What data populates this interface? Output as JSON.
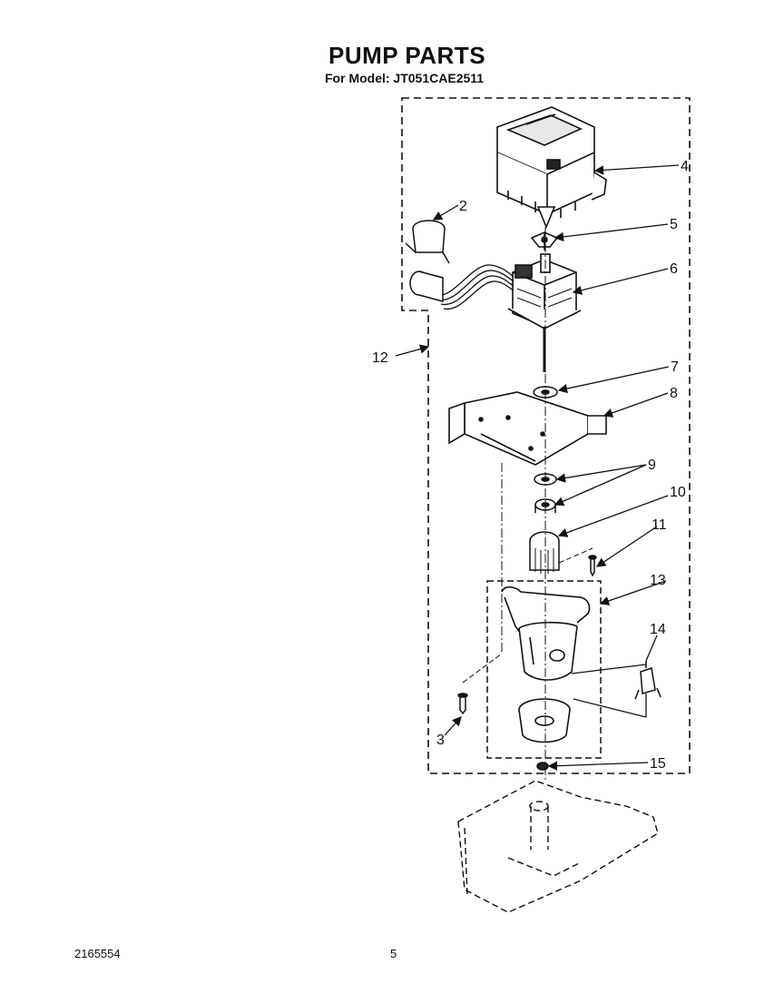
{
  "header": {
    "title": "PUMP PARTS",
    "model_line": "For Model: JT051CAE2511"
  },
  "footer": {
    "doc_number": "2165554",
    "page_number": "5"
  },
  "callouts": [
    "2",
    "3",
    "4",
    "5",
    "6",
    "7",
    "8",
    "9",
    "10",
    "11",
    "12",
    "13",
    "14",
    "15"
  ]
}
